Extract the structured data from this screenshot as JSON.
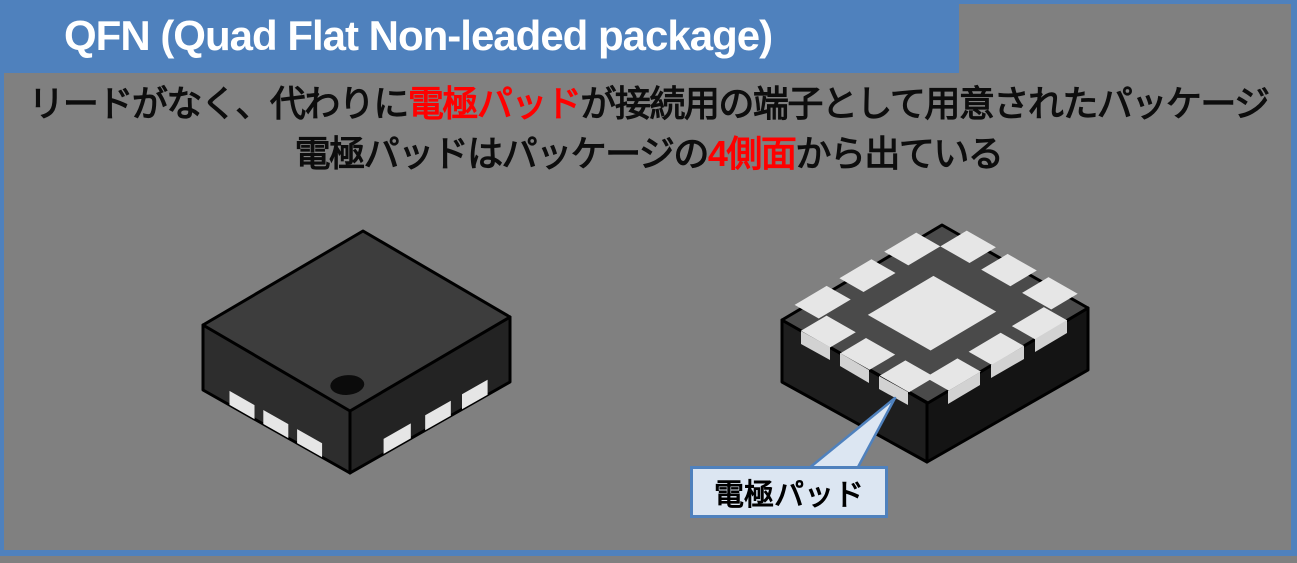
{
  "slide": {
    "title": "QFN (Quad Flat Non-leaded package)",
    "description": {
      "line1": {
        "pre": "リードがなく、代わりに",
        "highlight": "電極パッド",
        "post": "が接続用の端子として用意されたパッケージ"
      },
      "line2": {
        "pre": "電極パッドはパッケージの",
        "highlight": "4側面",
        "post": "から出ている"
      }
    },
    "callout": {
      "label": "電極パッド"
    },
    "figures": {
      "left": "qfn-package-top-view",
      "right": "qfn-package-bottom-view-with-electrode-pads"
    },
    "colors": {
      "accent_blue": "#4F81BD",
      "slide_bg": "#808080",
      "text_black": "#0D0D0D",
      "highlight_red": "#FF0000",
      "callout_fill": "#DCE6F2",
      "callout_border": "#4F81BD",
      "chip1_top": "#3D3D3D",
      "chip1_left": "#2D2D2D",
      "chip1_right": "#232323",
      "chip2_top": "#4A4A4A",
      "chip2_left": "#1E1E1E",
      "chip2_right": "#141414",
      "pad_light": "#E6E6E6",
      "pad_side": "#D2D2D2",
      "outline": "#000000",
      "pin_dot": "#0B0B0B"
    }
  }
}
